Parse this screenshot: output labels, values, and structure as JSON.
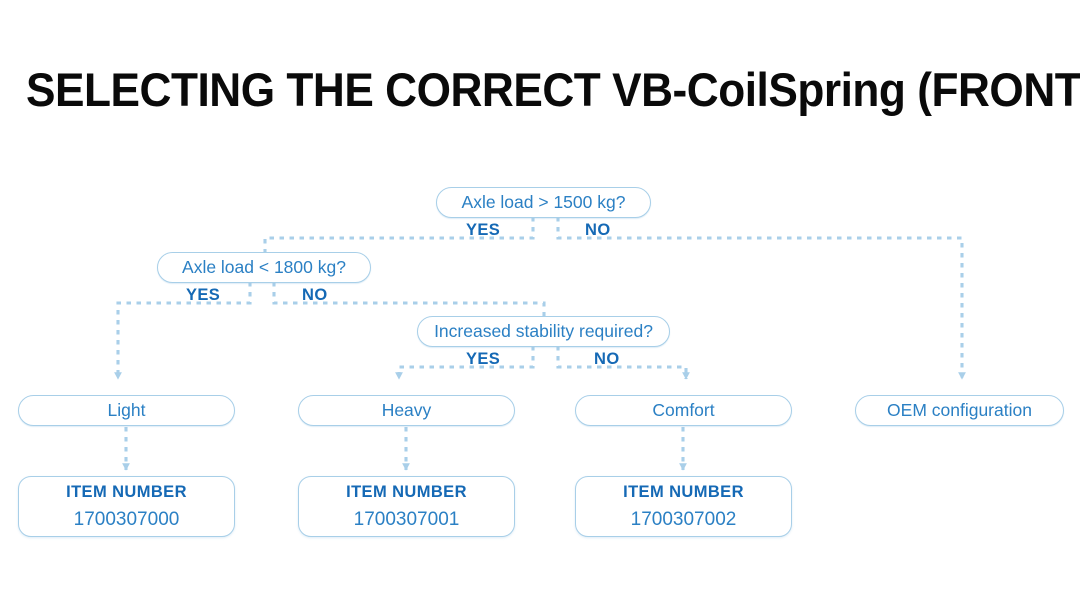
{
  "page": {
    "title": "SELECTING THE CORRECT VB-CoilSpring (FRONT AXLE)",
    "background": "#ffffff"
  },
  "colors": {
    "title_text": "#0a0a0a",
    "node_border": "#a8cfe8",
    "node_text": "#2b80c4",
    "branch_label": "#1569b5",
    "connector": "#a9cfe9",
    "item_title": "#1569b5",
    "item_number": "#2b80c4"
  },
  "flowchart": {
    "type": "decision-tree",
    "decisions": [
      {
        "id": "d1",
        "label": "Axle load > 1500 kg?",
        "yes_label": "YES",
        "no_label": "NO",
        "yes_target": "d2",
        "no_target": "r4"
      },
      {
        "id": "d2",
        "label": "Axle load < 1800 kg?",
        "yes_label": "YES",
        "no_label": "NO",
        "yes_target": "r1",
        "no_target": "d3"
      },
      {
        "id": "d3",
        "label": "Increased stability required?",
        "yes_label": "YES",
        "no_label": "NO",
        "yes_target": "r2",
        "no_target": "r3"
      }
    ],
    "results": [
      {
        "id": "r1",
        "label": "Light",
        "item_title": "ITEM NUMBER",
        "item_number": "1700307000"
      },
      {
        "id": "r2",
        "label": "Heavy",
        "item_title": "ITEM NUMBER",
        "item_number": "1700307001"
      },
      {
        "id": "r3",
        "label": "Comfort",
        "item_title": "ITEM NUMBER",
        "item_number": "1700307002"
      },
      {
        "id": "r4",
        "label": "OEM configuration",
        "item_title": null,
        "item_number": null
      }
    ]
  }
}
